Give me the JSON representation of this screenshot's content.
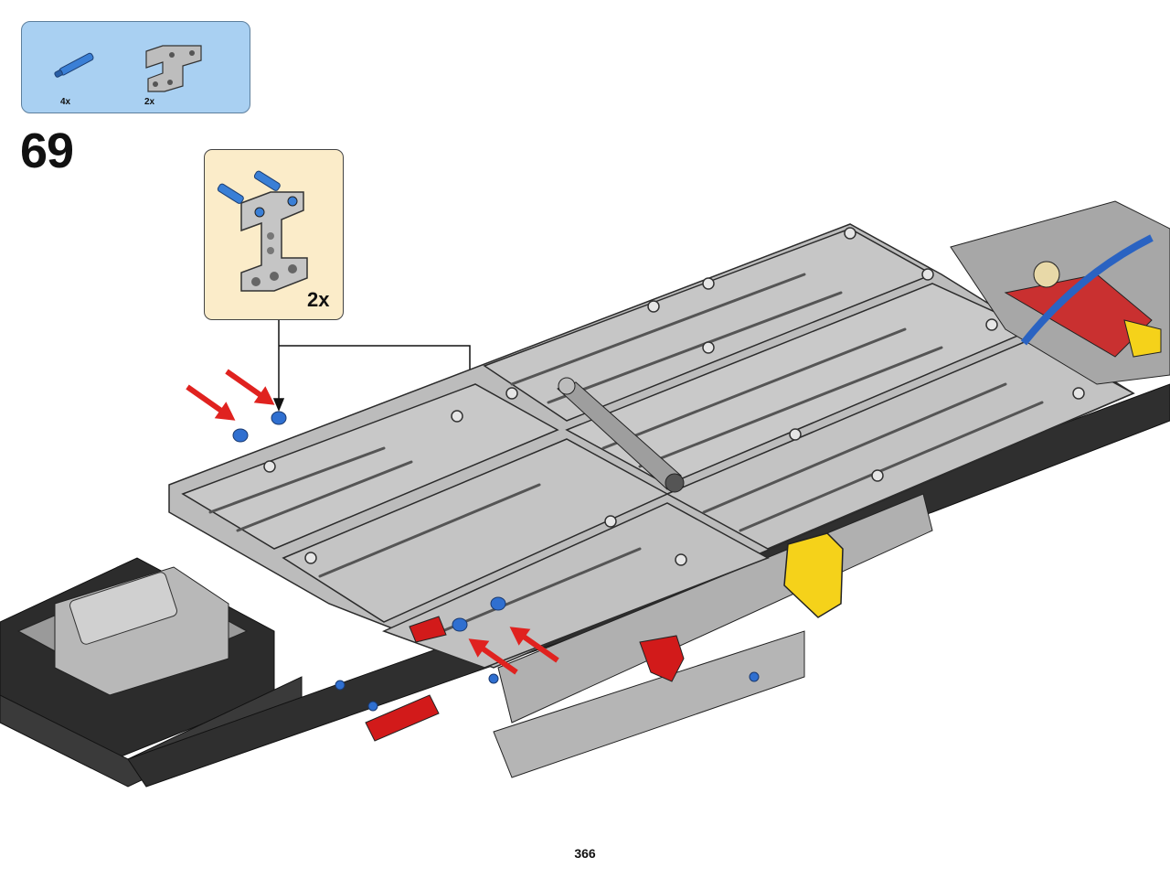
{
  "parts_list": {
    "items": [
      {
        "name": "blue-axle-pin",
        "quantity": "4x"
      },
      {
        "name": "gray-h-frame",
        "quantity": "2x"
      }
    ]
  },
  "step": {
    "number": "69"
  },
  "callout": {
    "quantity": "2x"
  },
  "page": {
    "number": "366"
  },
  "colors": {
    "parts_box_bg": "#a9d0f2",
    "callout_bg": "#fbecc9",
    "arrow_red": "#e0221f",
    "lego_gray": "#b9b9b9",
    "lego_dark": "#2a2a2a",
    "lego_blue": "#2f6fd0",
    "lego_red": "#d21a1a",
    "lego_yellow": "#f5d21a"
  }
}
